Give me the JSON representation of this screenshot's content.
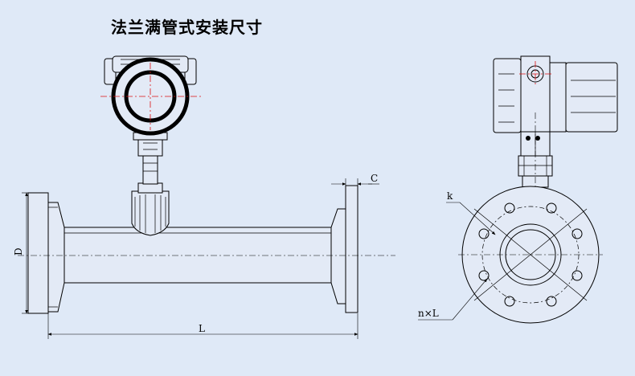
{
  "title": "法兰满管式安装尺寸",
  "labels": {
    "dim_c": "C",
    "dim_d": "D",
    "dim_l": "L",
    "dim_k": "k",
    "dim_nxl": "n×L"
  },
  "colors": {
    "background": "#dfe9f7",
    "line": "#000000",
    "centerline_accent": "#dd1111"
  }
}
